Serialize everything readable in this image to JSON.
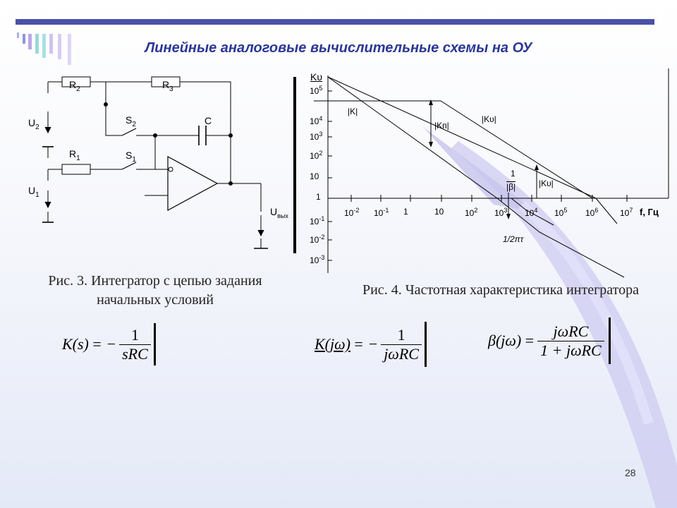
{
  "slide": {
    "title": "Линейные аналоговые вычислительные схемы на ОУ",
    "page_number": "28"
  },
  "figure3": {
    "caption_line1": "Рис. 3. Интегратор с цепью задания",
    "caption_line2": "начальных условий",
    "labels": {
      "r2": "R",
      "r2_sub": "2",
      "r3": "R",
      "r3_sub": "3",
      "r1": "R",
      "r1_sub": "1",
      "s2": "S",
      "s2_sub": "2",
      "s1": "S",
      "s1_sub": "1",
      "c": "C",
      "u2": "U",
      "u2_sub": "2",
      "u1": "U",
      "u1_sub": "1",
      "uout": "U",
      "uout_sub": "вых"
    }
  },
  "figure4": {
    "caption": "Рис. 4. Частотная характеристика интегратора",
    "y_axis_label": "Kᴜ",
    "x_axis_label": "f, Гц",
    "y_ticks": [
      {
        "base": "10",
        "exp": "5"
      },
      {
        "base": "10",
        "exp": "4"
      },
      {
        "base": "10",
        "exp": "3"
      },
      {
        "base": "10",
        "exp": "2"
      },
      {
        "base": "10",
        "exp": ""
      },
      {
        "base": "1",
        "exp": ""
      },
      {
        "base": "10",
        "exp": "-1"
      },
      {
        "base": "10",
        "exp": "-2"
      },
      {
        "base": "10",
        "exp": "-3"
      }
    ],
    "x_ticks": [
      {
        "base": "10",
        "exp": "-2"
      },
      {
        "base": "10",
        "exp": "-1"
      },
      {
        "base": "1",
        "exp": ""
      },
      {
        "base": "10",
        "exp": ""
      },
      {
        "base": "10",
        "exp": "2"
      },
      {
        "base": "10",
        "exp": "3"
      },
      {
        "base": "10",
        "exp": "4"
      },
      {
        "base": "10",
        "exp": "5"
      },
      {
        "base": "10",
        "exp": "6"
      },
      {
        "base": "10",
        "exp": "7"
      }
    ],
    "curve_labels": {
      "k": "|K|",
      "kp": "|Kп|",
      "ku": "|Kᴜ|",
      "ku_low": "|Kᴜ|",
      "beta_num": "1",
      "beta_den": "|β|",
      "corner": "1/2πτ"
    }
  },
  "formulas": {
    "ks": {
      "lhs": "K(s)",
      "eq": "= −",
      "num": "1",
      "den": "sRC"
    },
    "kjw": {
      "lhs": "K(jω)",
      "eq": "= −",
      "num": "1",
      "den": "jωRC"
    },
    "beta": {
      "lhs": "β(jω)",
      "eq": "=",
      "num": "jωRC",
      "den": "1 + jωRC"
    }
  },
  "colors": {
    "title": "#2a3795",
    "top_bar": "#4a50a8",
    "swoosh": "#c7c6f0"
  }
}
